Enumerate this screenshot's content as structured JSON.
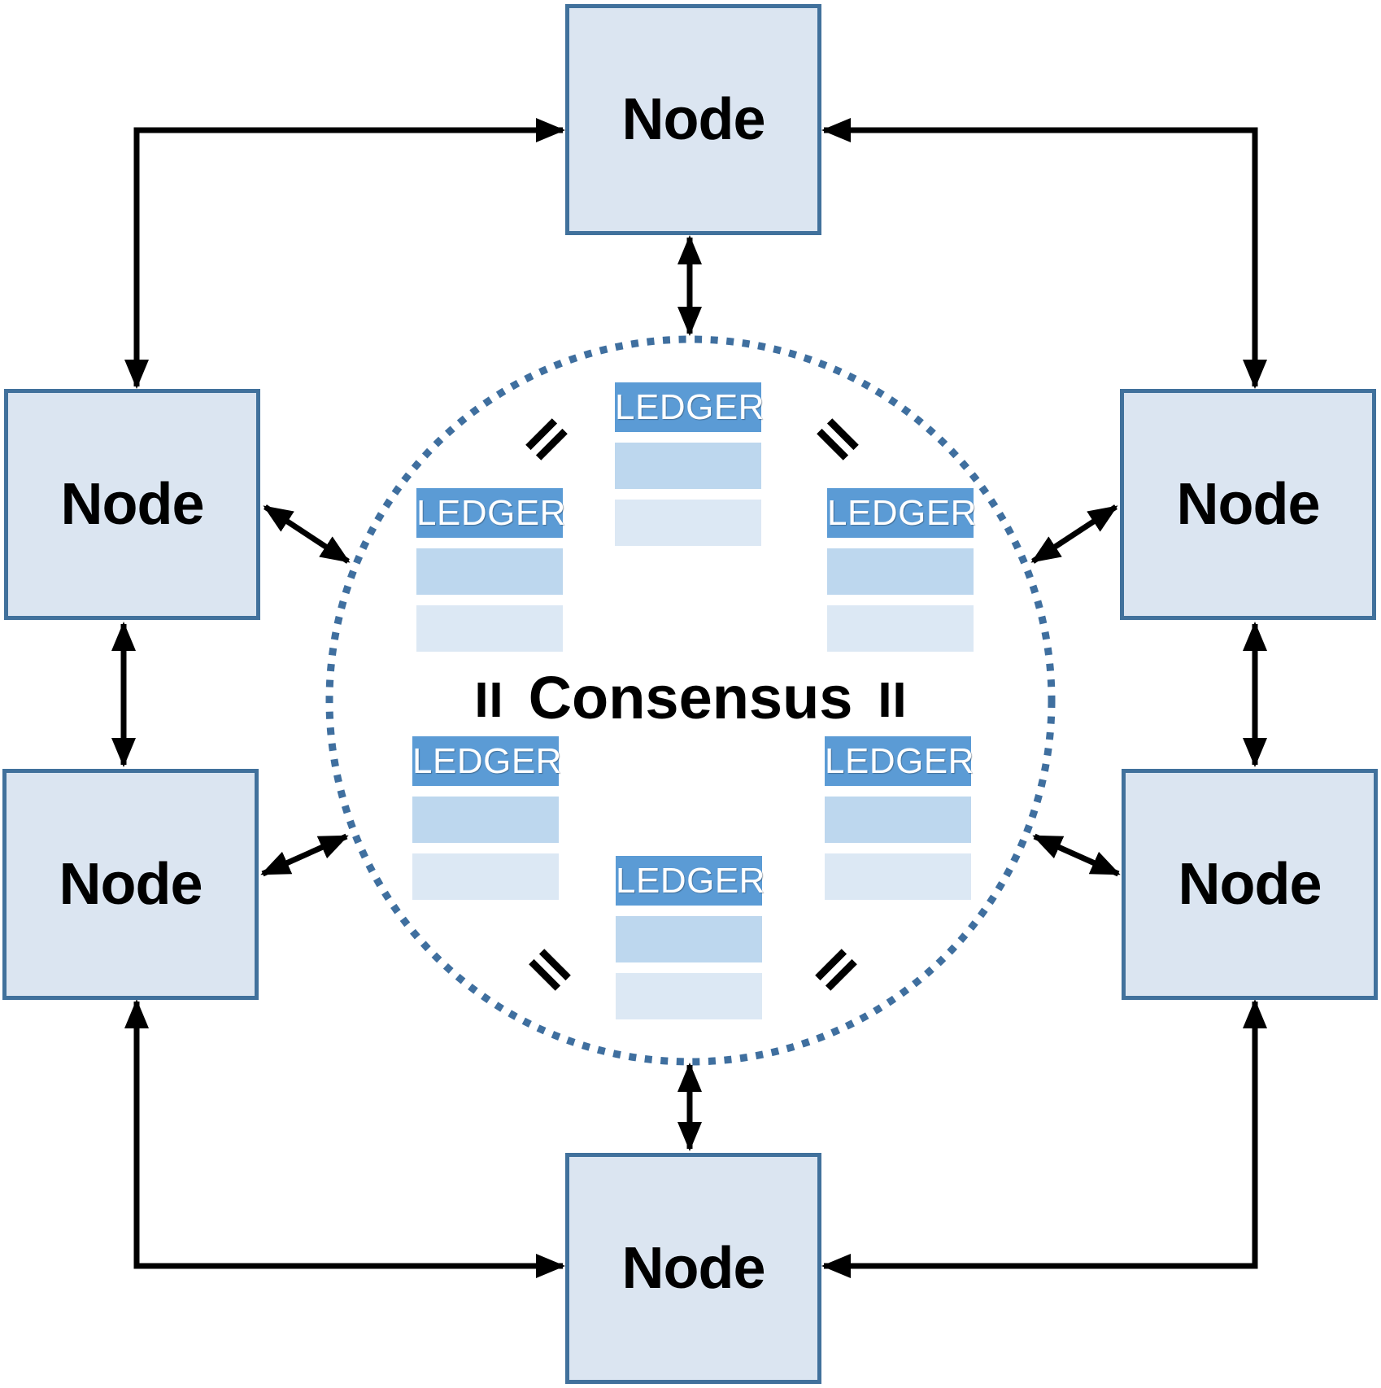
{
  "diagram": {
    "type": "peer-to-peer consensus network",
    "consensus_label": "Consensus",
    "nodes": [
      {
        "id": "top",
        "label": "Node"
      },
      {
        "id": "upper-left",
        "label": "Node"
      },
      {
        "id": "upper-right",
        "label": "Node"
      },
      {
        "id": "lower-left",
        "label": "Node"
      },
      {
        "id": "lower-right",
        "label": "Node"
      },
      {
        "id": "bottom",
        "label": "Node"
      }
    ],
    "ledgers": [
      {
        "position": "top-center",
        "label": "LEDGER",
        "data_rows": 2
      },
      {
        "position": "mid-left",
        "label": "LEDGER",
        "data_rows": 2
      },
      {
        "position": "mid-right",
        "label": "LEDGER",
        "data_rows": 2
      },
      {
        "position": "lower-left",
        "label": "LEDGER",
        "data_rows": 2
      },
      {
        "position": "lower-right",
        "label": "LEDGER",
        "data_rows": 2
      },
      {
        "position": "bottom-center",
        "label": "LEDGER",
        "data_rows": 2
      }
    ],
    "icons": {
      "equals_marks": [
        {
          "name": "equals-icon",
          "position": "upper-left",
          "orientation": "diagonal-rising"
        },
        {
          "name": "equals-icon",
          "position": "upper-right",
          "orientation": "diagonal-falling"
        },
        {
          "name": "equals-icon",
          "position": "mid-left",
          "orientation": "vertical"
        },
        {
          "name": "equals-icon",
          "position": "mid-right",
          "orientation": "vertical"
        },
        {
          "name": "equals-icon",
          "position": "lower-left",
          "orientation": "diagonal-falling"
        },
        {
          "name": "equals-icon",
          "position": "lower-right",
          "orientation": "diagonal-rising"
        }
      ],
      "connectors": [
        {
          "name": "double-arrow-icon",
          "between": "node-top and consensus-circle"
        },
        {
          "name": "double-arrow-icon",
          "between": "node-bottom and consensus-circle"
        },
        {
          "name": "double-arrow-icon",
          "between": "node-upper-left and node-lower-left"
        },
        {
          "name": "double-arrow-icon",
          "between": "node-upper-right and node-lower-right"
        },
        {
          "name": "double-arrow-icon",
          "between": "node-upper-left and consensus-circle"
        },
        {
          "name": "double-arrow-icon",
          "between": "node-upper-right and consensus-circle"
        },
        {
          "name": "double-arrow-icon",
          "between": "node-lower-left and consensus-circle"
        },
        {
          "name": "double-arrow-icon",
          "between": "node-lower-right and consensus-circle"
        },
        {
          "name": "corner-double-arrow-icon",
          "between": "node-upper-left and node-top"
        },
        {
          "name": "corner-double-arrow-icon",
          "between": "node-upper-right and node-top"
        },
        {
          "name": "corner-double-arrow-icon",
          "between": "node-lower-left and node-bottom"
        },
        {
          "name": "corner-double-arrow-icon",
          "between": "node-lower-right and node-bottom"
        }
      ]
    },
    "colors": {
      "node_fill": "#dbe5f1",
      "node_border": "#41719c",
      "ledger_header_fill": "#5b9bd5",
      "ledger_header_text": "#ffffff",
      "ledger_row_light": "#bdd7ee",
      "ledger_row_lighter": "#dce8f4",
      "circle_dots": "#3f6f9f",
      "arrows": "#000000",
      "labels": "#000000",
      "background": "#ffffff"
    }
  }
}
